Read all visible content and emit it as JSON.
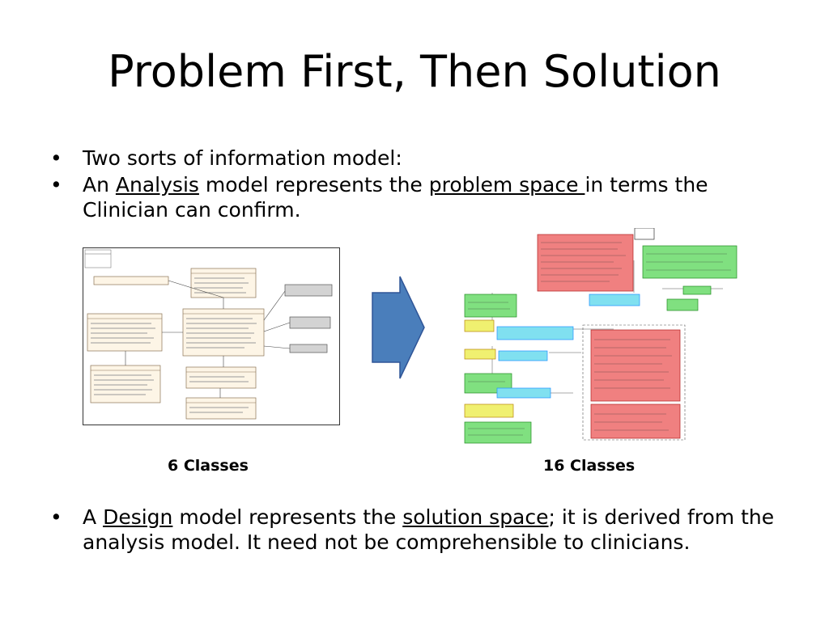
{
  "slide": {
    "title": "Problem First, Then Solution",
    "bullets_top": [
      {
        "parts": [
          "Two sorts of information model:"
        ]
      },
      {
        "pre": "An ",
        "link1": "Analysis",
        "mid": " model represents the ",
        "link2": "problem space ",
        "post": "in terms the Clinician can confirm."
      }
    ],
    "bullet_bottom": {
      "pre": "A ",
      "link1": "Design",
      "mid": " model represents the ",
      "link2": "solution space",
      "post": "; it is derived from the analysis model. It need not be comprehensible to clinicians."
    },
    "bullet_glyph": "•"
  },
  "figures": {
    "left_caption": "6 Classes",
    "right_caption": "16 Classes"
  },
  "colors": {
    "arrow": "#4a7ebb",
    "analysis_class": "#fdf5e6",
    "red_class": "#f08080",
    "green_class": "#80e080",
    "cyan_class": "#80e0f0",
    "yellow_class": "#f0f070"
  }
}
